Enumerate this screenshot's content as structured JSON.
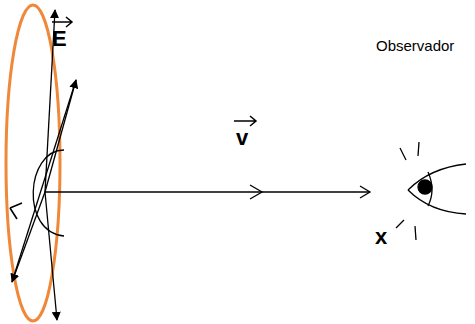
{
  "diagram": {
    "labels": [
      "E",
      "v",
      "x",
      "Observador"
    ]
  }
}
